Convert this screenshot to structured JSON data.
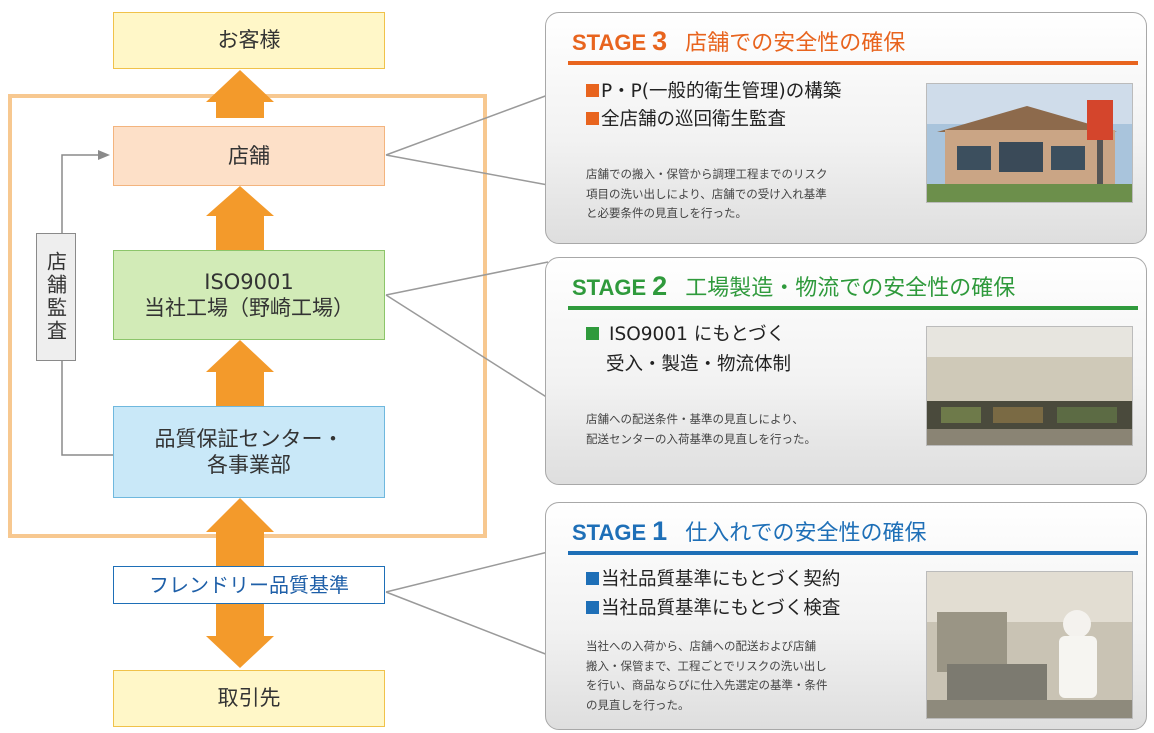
{
  "flow": {
    "customer": "お客様",
    "store": "店舗",
    "factory_line1": "ISO9001",
    "factory_line2": "当社工場（野崎工場）",
    "qa_line1": "品質保証センター・",
    "qa_line2": "各事業部",
    "standard": "フレンドリー品質基準",
    "supplier": "取引先",
    "audit": "店舗監査"
  },
  "stages": [
    {
      "word": "STAGE",
      "number": "3",
      "title": "店舗での安全性の確保",
      "color": "#e8641e",
      "bullets": [
        "P・P(一般的衛生管理)の構築",
        "全店舗の巡回衛生監査"
      ],
      "desc_lines": [
        "店舗での搬入・保管から調理工程までのリスク",
        "項目の洗い出しにより、店舗での受け入れ基準",
        "と必要条件の見直しを行った。"
      ],
      "photo_icon": "restaurant-exterior-photo"
    },
    {
      "word": "STAGE",
      "number": "2",
      "title": "工場製造・物流での安全性の確保",
      "color": "#2f9a3c",
      "bullets": [
        "ISO9001 にもとづく",
        "受入・製造・物流体制"
      ],
      "desc_lines": [
        "店舗への配送条件・基準の見直しにより、",
        "配送センターの入荷基準の見直しを行った。"
      ],
      "photo_icon": "factory-building-photo"
    },
    {
      "word": "STAGE",
      "number": "1",
      "title": "仕入れでの安全性の確保",
      "color": "#1e6fb7",
      "bullets": [
        "当社品質基準にもとづく契約",
        "当社品質基準にもとづく検査"
      ],
      "desc_lines": [
        "当社への入荷から、店舗への配送および店舗",
        "搬入・保管まで、工程ごとでリスクの洗い出し",
        "を行い、商品ならびに仕入先選定の基準・条件",
        "の見直しを行った。"
      ],
      "photo_icon": "inspection-worker-photo"
    }
  ],
  "colors": {
    "arrow": "#f39a2b",
    "frame": "#f7c890",
    "connector": "#9a9a9a"
  }
}
